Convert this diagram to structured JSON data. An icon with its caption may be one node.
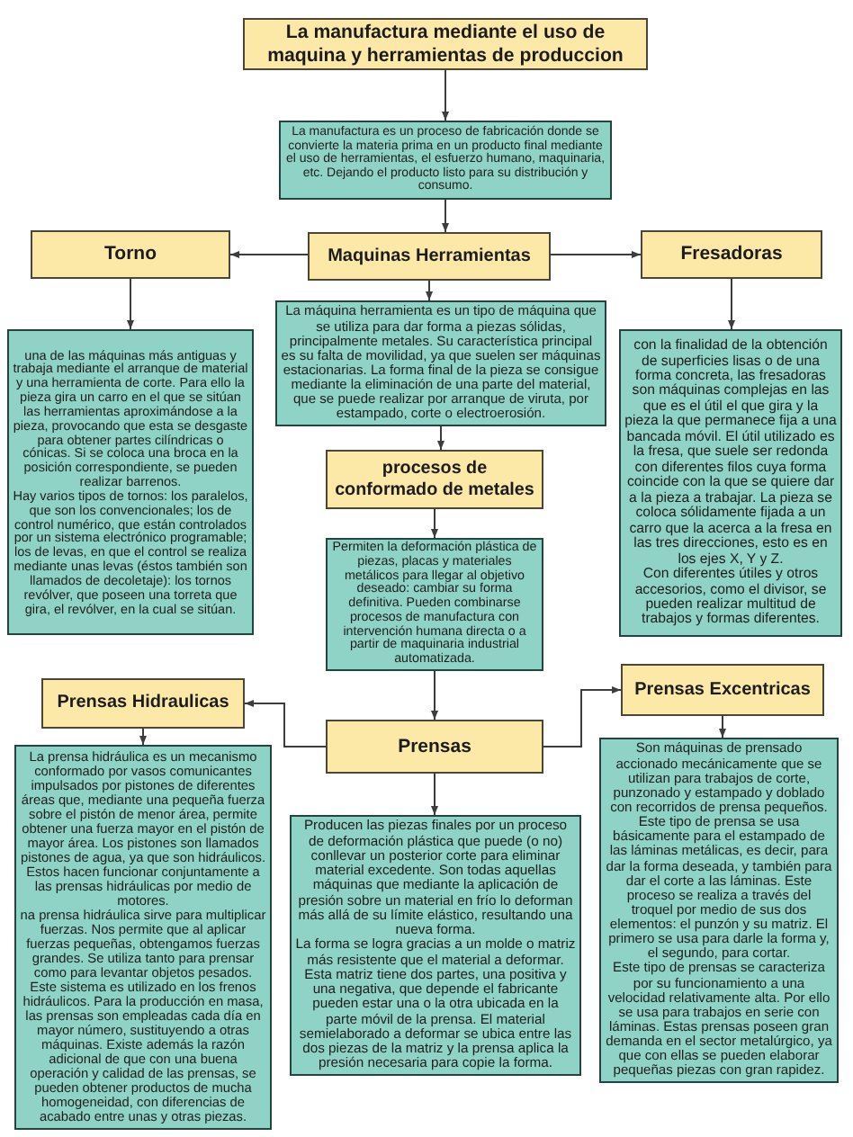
{
  "diagram": {
    "nodes": [
      {
        "text": [
          "La manufactura mediante el uso de maquina y herramientas de produccion"
        ]
      },
      {
        "text": [
          "La manufactura es un proceso de fabricación donde se convierte la materia prima en un producto final mediante el uso de herramientas, el esfuerzo humano, maquinaria, etc. Dejando el producto listo para su distribución y consumo."
        ]
      },
      {
        "text": [
          "Torno"
        ]
      },
      {
        "text": [
          "Maquinas Herramientas"
        ]
      },
      {
        "text": [
          "Fresadoras"
        ]
      },
      {
        "text": [
          "una de las máquinas más antiguas y trabaja mediante el arranque de material y una herramienta de corte. Para ello la pieza gira un carro en el que se sitúan las herramientas aproximándose a la pieza, provocando que esta se desgaste para obtener partes cilíndricas o cónicas. Si se coloca una broca en la posición correspondiente, se pueden realizar barrenos.",
          "Hay varios tipos de tornos: los paralelos, que son los convencionales; los de control numérico, que están controlados por un sistema electrónico programable; los de levas, en que el control se realiza mediante unas levas (éstos también son llamados de decoletaje): los tornos revólver, que poseen una torreta que gira, el revólver, en la cual se sitúan."
        ]
      },
      {
        "text": [
          "La máquina herramienta es un tipo de máquina que se utiliza para dar forma a piezas sólidas, principalmente metales. Su característica principal es su falta de movilidad, ya que suelen ser máquinas estacionarias. La forma final de la pieza se consigue mediante la eliminación de una parte del material, que se puede realizar por arranque de viruta, por estampado, corte o electroerosión."
        ]
      },
      {
        "text": [
          "con la finalidad de la obtención de superficies lisas o de una forma concreta, las fresadoras son máquinas complejas en las que es el útil el que gira y la pieza la que permanece fija a una bancada móvil. El útil utilizado es la fresa, que suele ser redonda con diferentes filos cuya forma coincide con la que se quiere dar a la pieza a trabajar. La pieza se coloca sólidamente fijada a un carro que la acerca a la fresa en las tres direcciones, esto es en los ejes X, Y y Z.",
          "Con diferentes útiles y otros accesorios, como el divisor, se pueden realizar multitud de trabajos y formas diferentes."
        ]
      },
      {
        "text": [
          "procesos de conformado de metales"
        ]
      },
      {
        "text": [
          "Permiten la deformación plástica de piezas, placas y materiales metálicos para llegar al objetivo deseado: cambiar su forma definitiva. Pueden combinarse procesos de manufactura con intervención humana directa o a partir de maquinaria industrial automatizada."
        ]
      },
      {
        "text": [
          "Prensas Hidraulicas"
        ]
      },
      {
        "text": [
          "Prensas"
        ]
      },
      {
        "text": [
          "Prensas Excentricas"
        ]
      },
      {
        "text": [
          "La prensa hidráulica es un mecanismo conformado por vasos comunicantes impulsados por pistones de diferentes áreas que, mediante una pequeña fuerza sobre el pistón de menor área, permite obtener una fuerza mayor en el pistón de mayor área. Los pistones son llamados pistones de agua, ya que son hidráulicos. Estos hacen funcionar conjuntamente a las prensas hidráulicas por medio de motores.",
          "na prensa hidráulica sirve para multiplicar fuerzas. Nos permite que al aplicar fuerzas pequeñas, obtengamos fuerzas grandes. Se utiliza tanto para prensar como para levantar objetos pesados. Este sistema es utilizado en los frenos hidráulicos. Para la producción en masa, las prensas son empleadas cada día en mayor número, sustituyendo a otras máquinas. Existe además la razón adicional de que con una buena operación y calidad de las prensas, se pueden obtener productos de mucha homogeneidad, con diferencias de acabado entre unas y otras piezas."
        ]
      },
      {
        "text": [
          "Producen las piezas finales por un proceso de deformación plástica que puede (o no) conllevar un posterior corte para eliminar material excedente. Son todas aquellas máquinas que mediante la aplicación de presión sobre un material en frío lo deforman más allá de su límite elástico, resultando una nueva forma.",
          "La forma se logra gracias a un molde o matriz más resistente que el material a deformar. Esta matriz tiene dos partes, una positiva y una negativa, que depende el fabricante pueden estar una o la otra ubicada en la parte móvil de la prensa. El material semielaborado a deformar se ubica entre las dos piezas de la matriz y la prensa aplica la presión necesaria para copie la forma."
        ]
      },
      {
        "text": [
          "Son máquinas de prensado accionado mecánicamente que se utilizan para trabajos de corte, punzonado y estampado y doblado con recorridos de prensa pequeños. Este tipo de prensa se usa básicamente para el estampado de las láminas metálicas, es decir, para dar la forma deseada, y también para dar el corte a las láminas. Este proceso se realiza a través del troquel por medio de sus dos elementos: el punzón y su matriz. El primero se usa para darle la forma y, el segundo, para cortar.",
          "Este tipo de prensas se caracteriza por su funcionamiento a una velocidad relativamente alta. Por ello se usa para trabajos en serie con láminas. Estas prensas poseen gran demanda en el sector metalúrgico, ya que con ellas se pueden elaborar pequeñas piezas con gran rapidez."
        ]
      }
    ],
    "edges": [
      {
        "from": 0,
        "to": 1,
        "arrow": "to"
      },
      {
        "from": 1,
        "to": 3,
        "arrow": "to"
      },
      {
        "from": 3,
        "to": 2,
        "arrow": "to"
      },
      {
        "from": 3,
        "to": 4,
        "arrow": "to"
      },
      {
        "from": 2,
        "to": 5,
        "arrow": "to"
      },
      {
        "from": 3,
        "to": 6,
        "arrow": "to"
      },
      {
        "from": 4,
        "to": 7,
        "arrow": "to"
      },
      {
        "from": 6,
        "to": 8,
        "arrow": "to"
      },
      {
        "from": 8,
        "to": 9,
        "arrow": "to"
      },
      {
        "from": 9,
        "to": 11,
        "arrow": "to"
      },
      {
        "from": 11,
        "to": 10,
        "arrow": "to"
      },
      {
        "from": 11,
        "to": 12,
        "arrow": "to"
      },
      {
        "from": 10,
        "to": 13,
        "arrow": "to"
      },
      {
        "from": 11,
        "to": 14,
        "arrow": "to"
      },
      {
        "from": 12,
        "to": 15,
        "arrow": "to"
      }
    ]
  }
}
